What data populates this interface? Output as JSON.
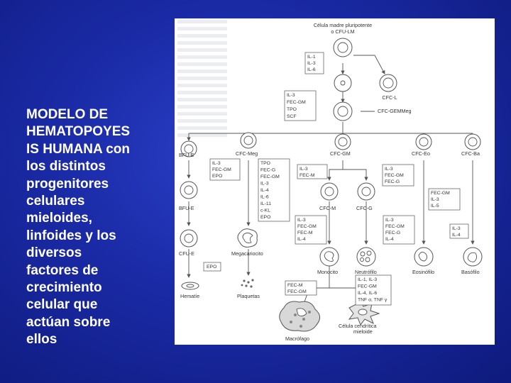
{
  "slide": {
    "text_lines": [
      "MODELO DE",
      "HEMATOPOYES",
      "IS HUMANA con",
      "los distintos",
      "progenitores",
      "celulares",
      "mieloides,",
      "linfoides y los",
      "diversos",
      "factores de",
      "crecimiento",
      "celular que",
      "actúan sobre",
      "ellos"
    ]
  },
  "diagram": {
    "top_label_1": "Célula madre pluripotente",
    "top_label_2": "o CFU-LM",
    "cfc_l": "CFC-L",
    "cfc_gemm": "CFC-GEMMeg",
    "bfu_e1": "BFU-E",
    "cfc_meg": "CFC-Meg",
    "cfc_gm": "CFC-GM",
    "cfc_eo": "CFC-Eo",
    "cfc_ba": "CFC-Ba",
    "bfu_e2": "BFU-E",
    "cfc_m": "CFC-M",
    "cfc_g": "CFC-G",
    "cfu_e": "CFU-E",
    "megacariocito": "Megacariocito",
    "monocito": "Monocito",
    "neutrofilo": "Neutrófilo",
    "eosinofilo": "Eosinófilo",
    "basofilo": "Basófilo",
    "hematie": "Hematíe",
    "plaquetas": "Plaquetas",
    "macrofago": "Macrófago",
    "dendritica_1": "Célula cendrítica",
    "dendritica_2": "mieloide",
    "box_a": [
      "IL-1",
      "IL-3",
      "IL-6"
    ],
    "box_b": [
      "IL-3",
      "FEC-GM",
      "TPO",
      "SCF"
    ],
    "box_c": [
      "IL-3",
      "FEC-GM",
      "EPO"
    ],
    "box_d": [
      "TPO",
      "FEC-G",
      "FEC-GM",
      "IL-3",
      "IL-4",
      "IL-6",
      "IL-11",
      "c-KL",
      "EPO"
    ],
    "box_e": [
      "IL-3",
      "FEC-M"
    ],
    "box_f": [
      "IL-3",
      "FEC-GM",
      "FEC-G"
    ],
    "box_g": [
      "FEC-GM",
      "IL-3",
      "IL-5"
    ],
    "box_h": [
      "IL-3",
      "FEC-GM",
      "FEC-M",
      "IL-4"
    ],
    "box_i": [
      "IL-3",
      "FEC-GM",
      "FEC-G",
      "IL-4"
    ],
    "box_j": [
      "IL-3",
      "IL-4"
    ],
    "box_epo": [
      "EPO"
    ],
    "box_k": [
      "FEC-M",
      "FEC-GM"
    ],
    "box_l": [
      "IL-1, IL-3",
      "FEC-GM",
      "IL-4, IL-6",
      "TNF α, TNF γ"
    ]
  }
}
